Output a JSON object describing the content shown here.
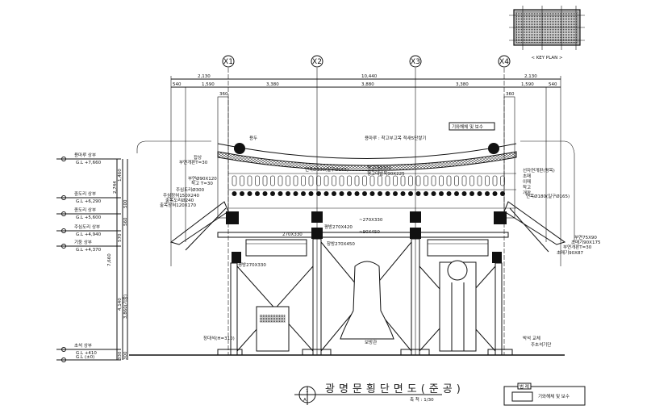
{
  "key_plan": {
    "label": "< KEY PLAN >"
  },
  "axes": [
    "X1",
    "X2",
    "X3",
    "X4"
  ],
  "dimensions": {
    "overall": [
      "2,130",
      "10,440",
      "2,130"
    ],
    "detail": [
      "540",
      "1,590",
      "3,380",
      "3,880",
      "3,380",
      "1,590",
      "540"
    ],
    "post_offsets": [
      "360",
      "360"
    ],
    "vertical": [
      "1,460",
      "2,744",
      "500",
      "560",
      "570",
      "7,660",
      "4,140",
      "3,860(기둥)",
      "330",
      "300"
    ]
  },
  "levels": [
    {
      "name": "용마루 상부",
      "value": "G.L +7,660"
    },
    {
      "name": "중도리 상부",
      "value": "G.L +6,290"
    },
    {
      "name": "종도리 상부",
      "value": "G.L +5,600"
    },
    {
      "name": "주심도리 상부",
      "value": "G.L +4,940"
    },
    {
      "name": "기둥 상부",
      "value": "G.L +4,370"
    },
    {
      "name": "초석 상부",
      "value": "G.L +410"
    },
    {
      "name": "",
      "value": "G.L (±0)"
    }
  ],
  "annotations": {
    "yongdu": "용두",
    "ridge": "용마루 : 착고부고목 적새5단쌓기",
    "roof_repair": "기와해체 및 보수",
    "rafter": "연목Ø180(일구Ø165)",
    "purlin_a": "평고대Ø300",
    "purlin_b": "평고대발목90X225",
    "japsang": "잡상",
    "eave_board": "부연개판T=30",
    "sub_rafter": "부연Ø90X120",
    "chakgo": "착고 T=30",
    "main_purlin": "주심도리Ø300",
    "main_beam_a": "주심장혀150X240",
    "main_beam_b": "출목도리Ø240",
    "main_beam_c": "출목장혀120X170",
    "right_1": "선자연개판(평목)",
    "right_2": "초매",
    "right_3": "이매",
    "right_4": "착고",
    "right_5": "개판",
    "right_6": "연목Ø180(일구Ø165)",
    "right_7": "부연75X90",
    "right_8": "초매기90X175",
    "right_9": "부연개판T=30",
    "right_10": "초매기90X87",
    "beam_1": "270X330",
    "beam_2": "평방270X420",
    "beam_3": "~270X330",
    "beam_4": "~90X450",
    "beam_5": "창방270X450",
    "beam_6": "평방270X330",
    "base_1": "장대석(H=310)",
    "base_2": "보방관",
    "base_3": "박석 교체",
    "base_4": "주초석기단"
  },
  "title": {
    "text": "광명문횡단면도(준공)",
    "scale": "축 척 : 1/30",
    "marker_top": "1",
    "marker_bottom": "A"
  },
  "legend": {
    "title": "범 례",
    "item": "기와해체 및 보수"
  }
}
